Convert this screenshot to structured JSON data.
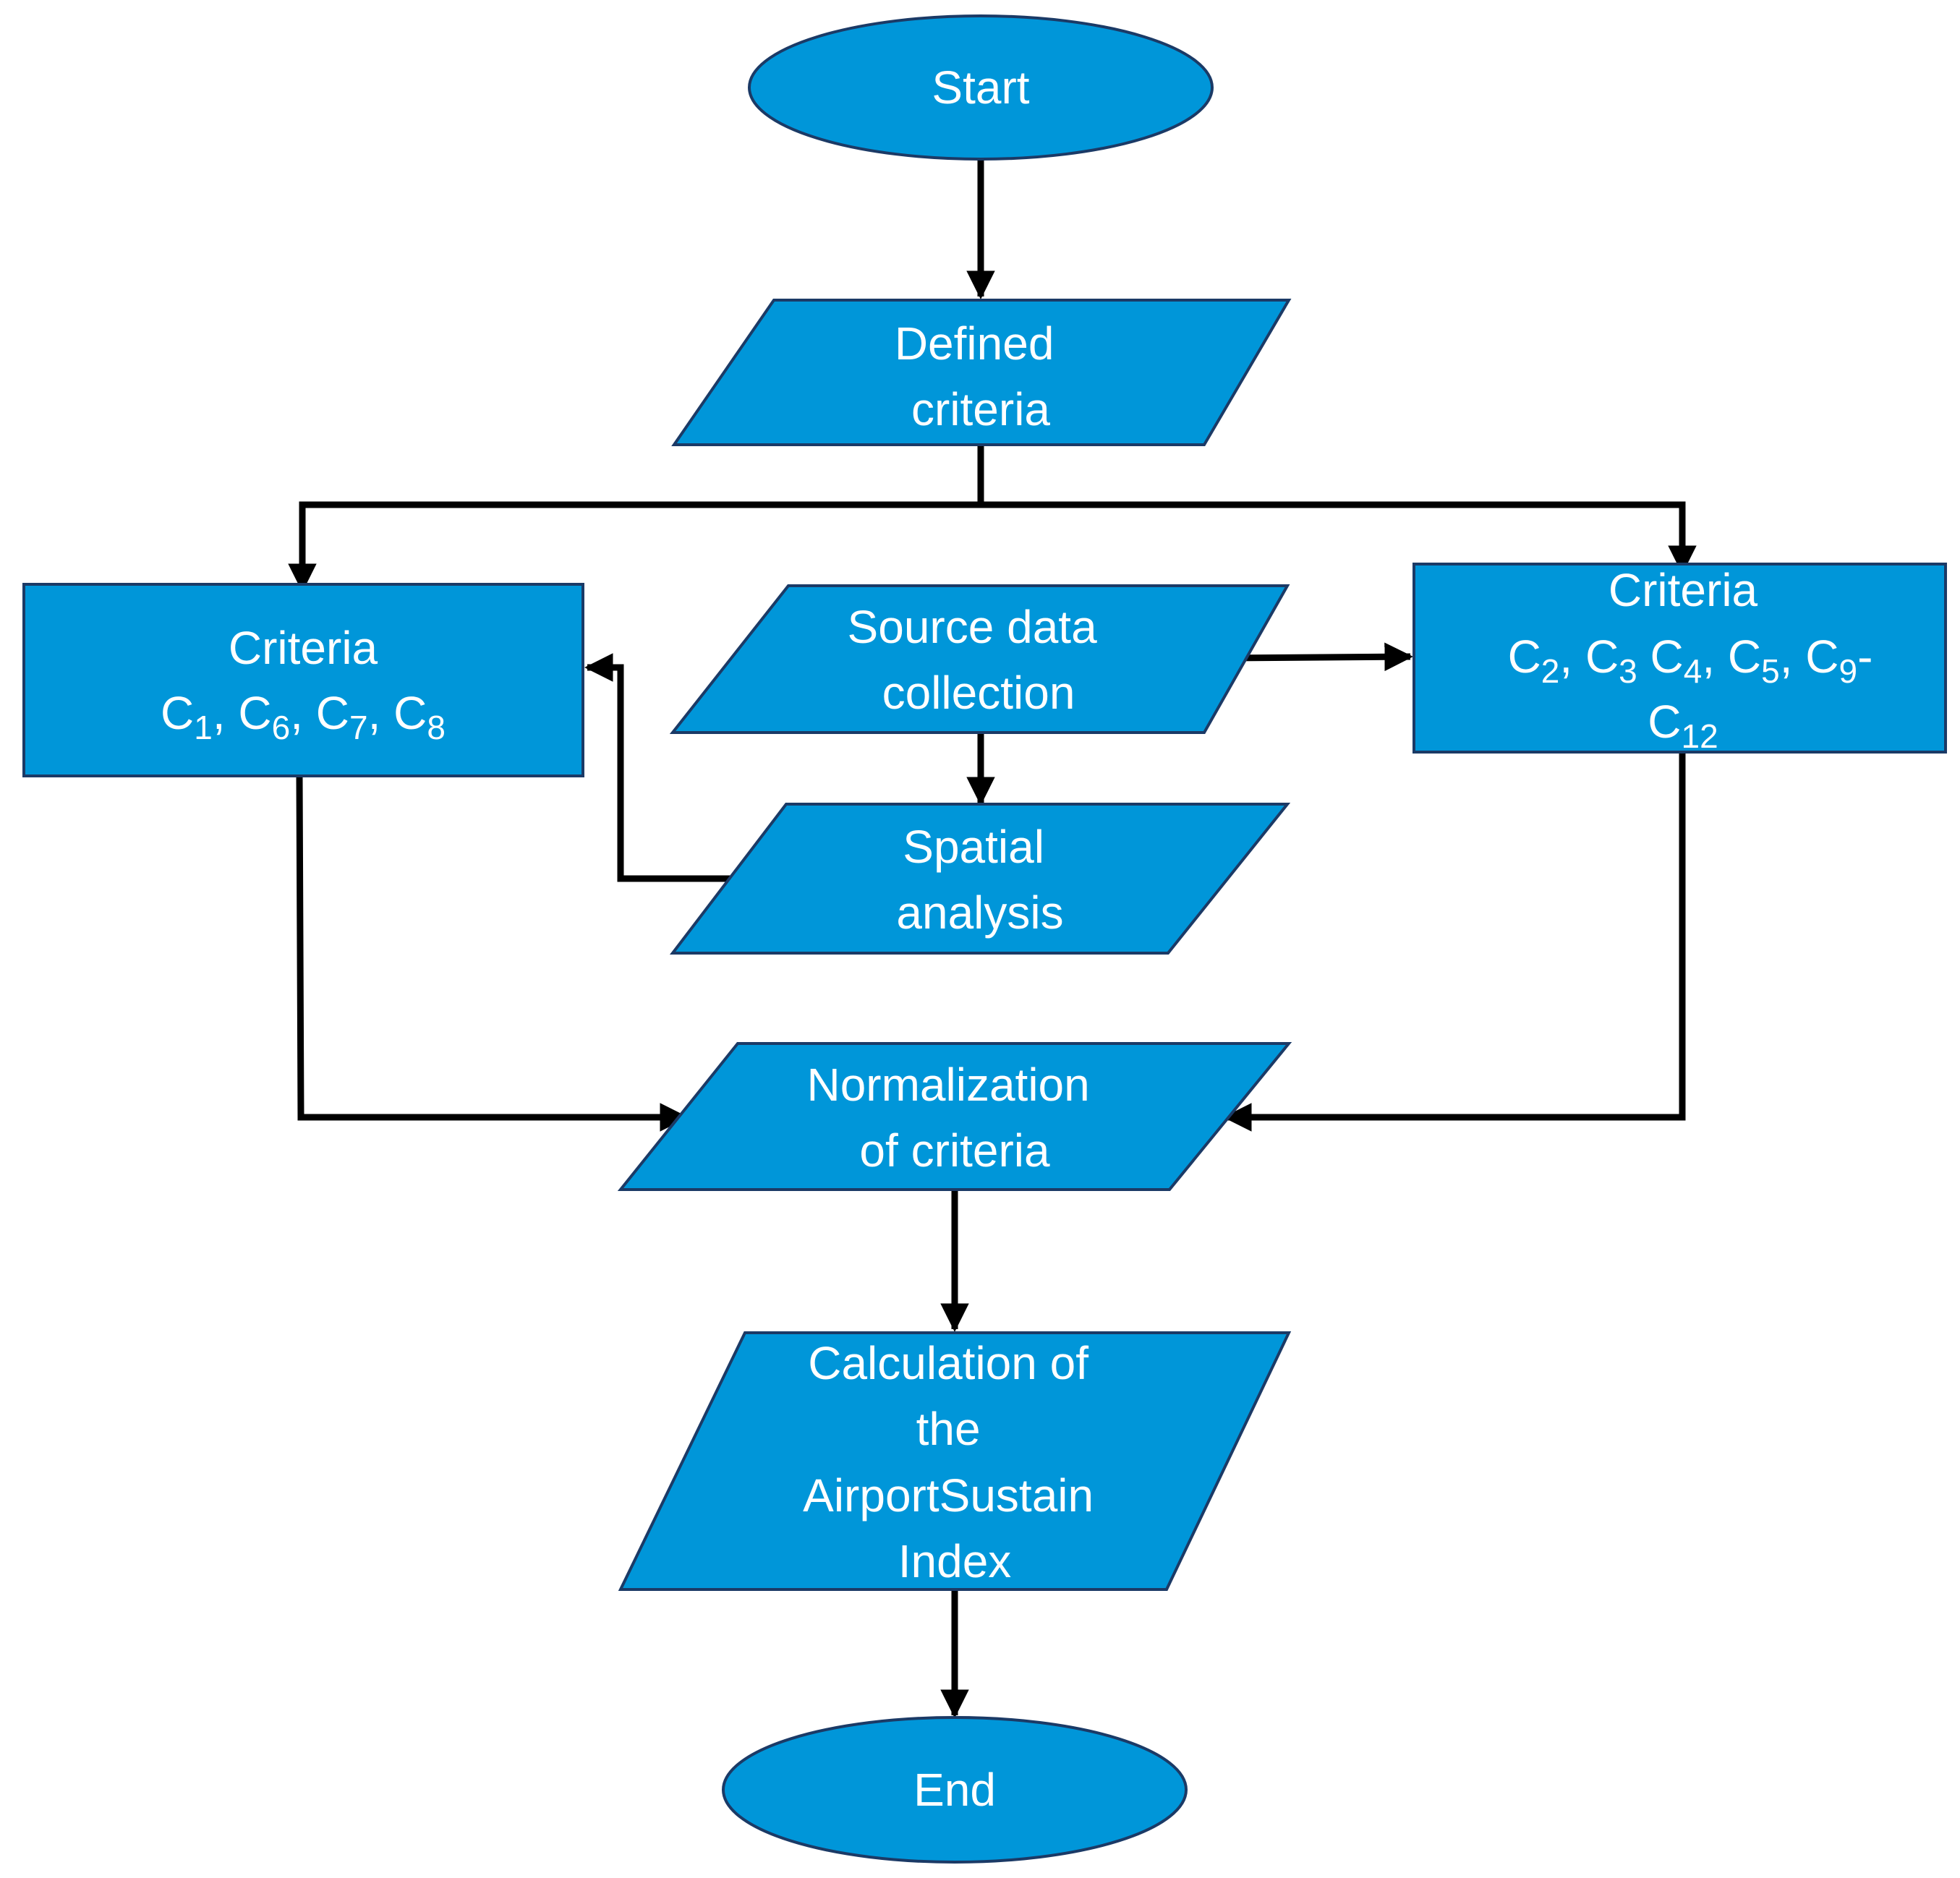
{
  "nodes": {
    "start": {
      "label": "Start"
    },
    "defined_criteria": {
      "lines": [
        "Defined",
        "criteria"
      ]
    },
    "source_data": {
      "lines": [
        "Source data",
        "collection"
      ]
    },
    "spatial": {
      "lines": [
        "Spatial",
        "analysis"
      ]
    },
    "criteria_left": {
      "title": "Criteria",
      "items": [
        {
          "base": "C",
          "sub": "1",
          "sep": ", "
        },
        {
          "base": "C",
          "sub": "6",
          "sep": ", "
        },
        {
          "base": "C",
          "sub": "7",
          "sep": ", "
        },
        {
          "base": "C",
          "sub": "8",
          "sep": ""
        }
      ]
    },
    "criteria_right": {
      "title": "Criteria",
      "items": [
        {
          "base": "C",
          "sub": "2",
          "sep": ", "
        },
        {
          "base": "C",
          "sub": "3",
          "sep": " "
        },
        {
          "base": "C",
          "sub": "4",
          "sep": ", "
        },
        {
          "base": "C",
          "sub": "5",
          "sep": ", "
        },
        {
          "base": "C",
          "sub": "9",
          "sep": "-"
        }
      ],
      "last": {
        "base": "C",
        "sub": "12"
      }
    },
    "normalization": {
      "lines": [
        "Normalization",
        "of criteria"
      ]
    },
    "calculation": {
      "lines": [
        "Calculation of",
        "the",
        "AirportSustain",
        "Index"
      ]
    },
    "end": {
      "label": "End"
    }
  },
  "colors": {
    "shape_fill": "#0096D9",
    "shape_stroke": "#1b3a66",
    "text": "#ffffff",
    "edge": "#000000"
  }
}
